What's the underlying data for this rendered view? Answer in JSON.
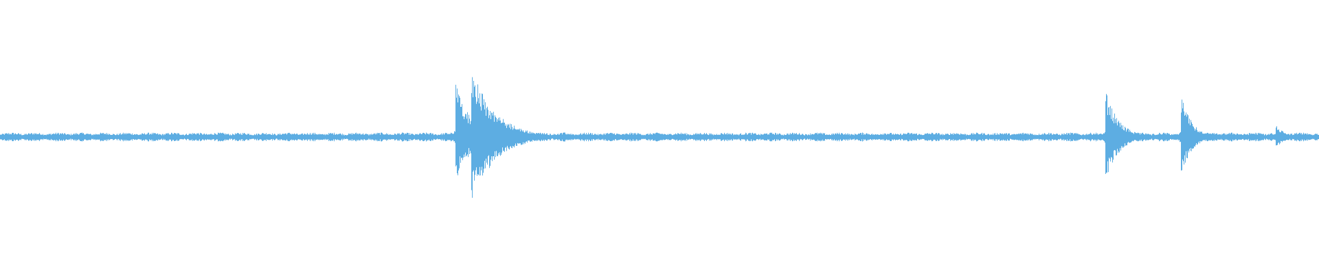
{
  "waveform": {
    "color": "#5dade2",
    "background": "#ffffff",
    "baseline_amplitude": 0.04,
    "transients": [
      {
        "position": 0.345,
        "peak_up": 0.59,
        "peak_down": 0.5,
        "decay": 0.012
      },
      {
        "position": 0.357,
        "peak_up": 0.76,
        "peak_down": 0.72,
        "decay": 0.018
      },
      {
        "position": 0.838,
        "peak_up": 0.5,
        "peak_down": 0.47,
        "decay": 0.01
      },
      {
        "position": 0.895,
        "peak_up": 0.47,
        "peak_down": 0.43,
        "decay": 0.008
      },
      {
        "position": 0.967,
        "peak_up": 0.15,
        "peak_down": 0.13,
        "decay": 0.006
      }
    ]
  }
}
